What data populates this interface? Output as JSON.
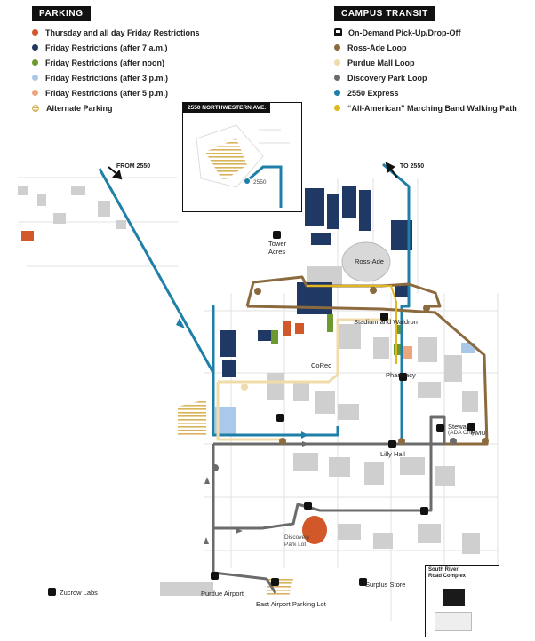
{
  "parking_legend": {
    "title": "Parking",
    "items": [
      {
        "label": "Thursday and all day Friday Restrictions",
        "color": "#d2582a",
        "style": "dot"
      },
      {
        "label": "Friday Restrictions (after 7 a.m.)",
        "color": "#1f3864",
        "style": "dot"
      },
      {
        "label": "Friday Restrictions (after noon)",
        "color": "#6d9a2f",
        "style": "dot"
      },
      {
        "label": "Friday Restrictions (after 3 p.m.)",
        "color": "#a9c8ea",
        "style": "dot"
      },
      {
        "label": "Friday Restrictions (after 5 p.m.)",
        "color": "#eca57d",
        "style": "dot"
      },
      {
        "label": "Alternate Parking",
        "color": "#d8b35a",
        "style": "hatch"
      }
    ]
  },
  "transit_legend": {
    "title": "Campus Transit",
    "items": [
      {
        "label": "On-Demand Pick-Up/Drop-Off",
        "color": "#111111",
        "style": "bus"
      },
      {
        "label": "Ross-Ade Loop",
        "color": "#8b6a3e",
        "style": "dot"
      },
      {
        "label": "Purdue Mall Loop",
        "color": "#efdcaa",
        "style": "dot"
      },
      {
        "label": "Discovery Park Loop",
        "color": "#6b6b6b",
        "style": "dot"
      },
      {
        "label": "2550 Express",
        "color": "#1e7fa8",
        "style": "dot"
      },
      {
        "label": "“All-American” Marching Band Walking Path",
        "color": "#e0b71e",
        "style": "dot"
      }
    ]
  },
  "inset": {
    "title": "2550 NORTHWESTERN AVE.",
    "stop_label": "2550"
  },
  "arrows": {
    "from_label": "FROM 2550",
    "to_label": "TO 2550"
  },
  "places": {
    "tower_acres": "Tower Acres",
    "ross_ade": "Ross-Ade",
    "stadium_waldron": "Stadium and Waldron",
    "corec": "CoRec",
    "pharmacy": "Pharmacy",
    "lilly_hall": "Lilly Hall",
    "stewart": "Stewart",
    "stewart_sub": "(ADA Only)",
    "pmu": "PMU",
    "discovery_park_lot": "Discovery Park Lot",
    "zucrow": "Zucrow Labs",
    "purdue_airport": "Purdue Airport",
    "east_airport": "East Airport Parking Lot",
    "surplus": "Surplus Store",
    "srr": "South River Road Complex"
  }
}
